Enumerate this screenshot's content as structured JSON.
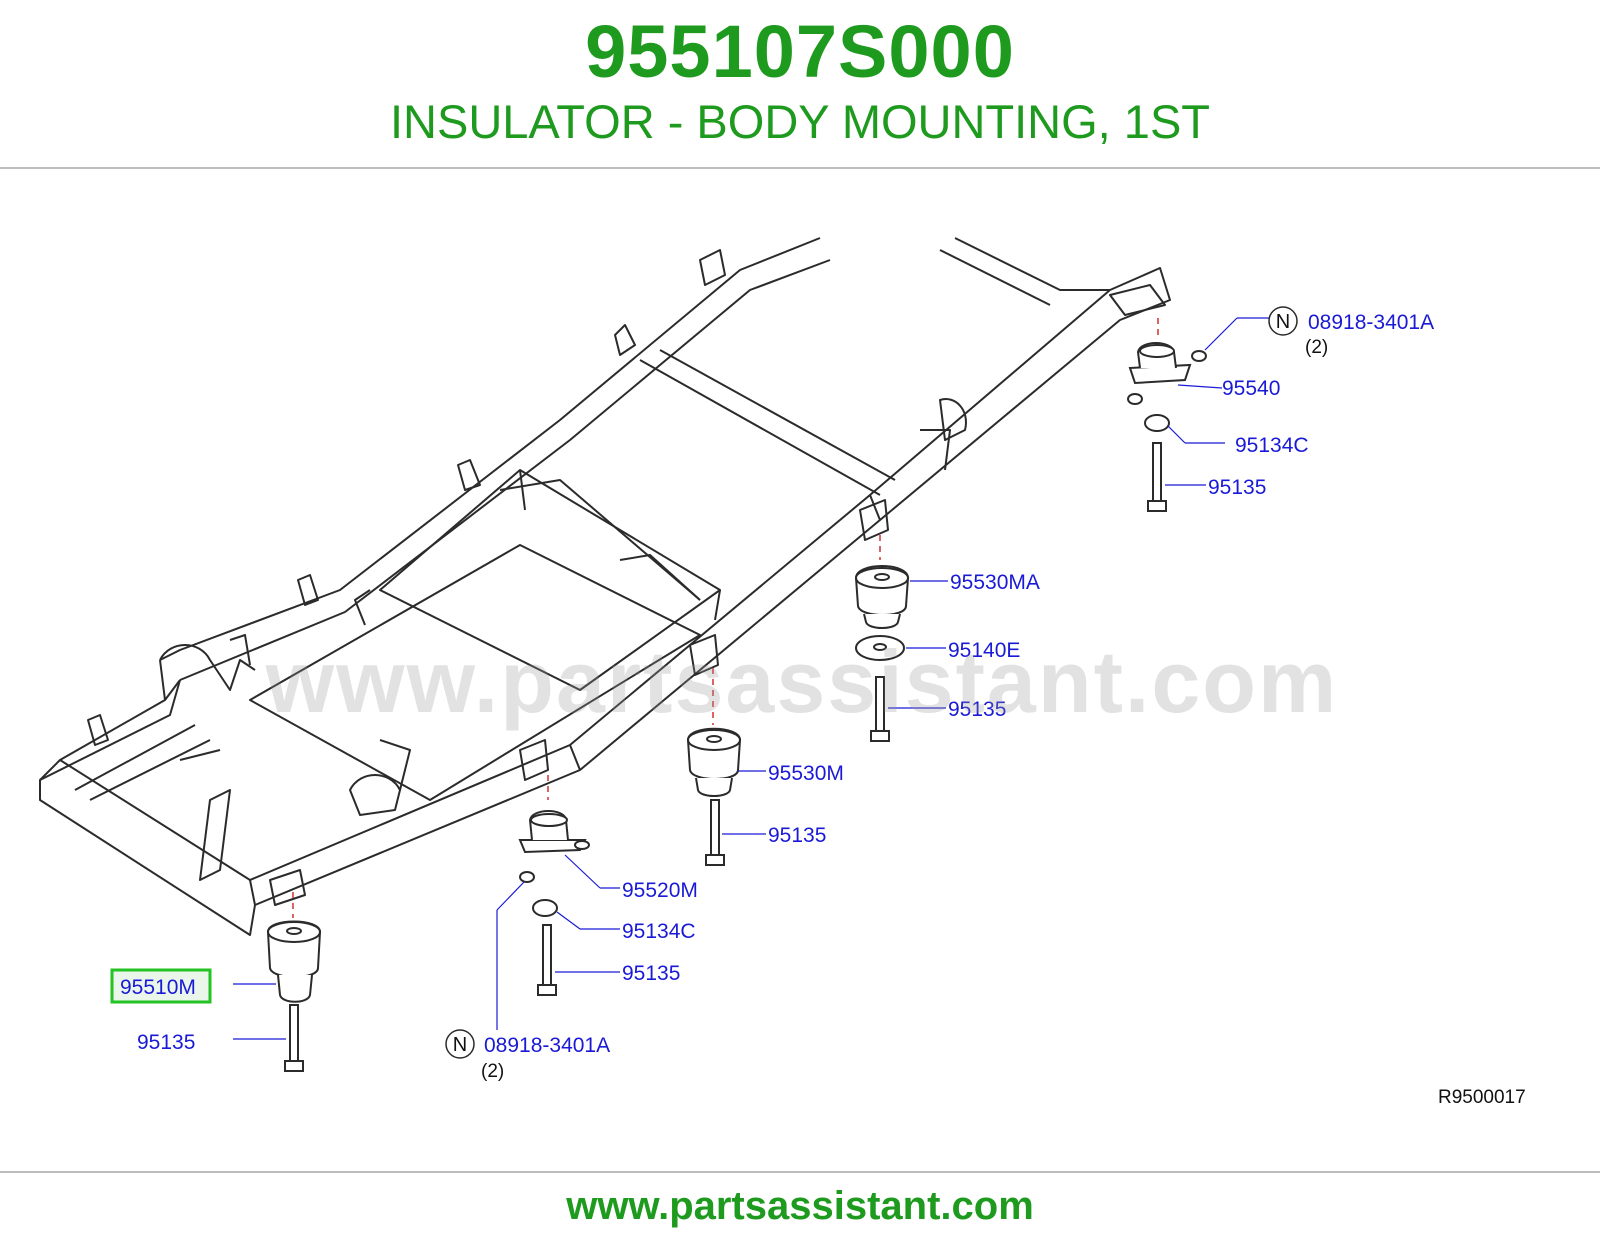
{
  "header": {
    "part_number": "955107S000",
    "description": "INSULATOR - BODY MOUNTING, 1ST"
  },
  "watermark": "www.partsassistant.com",
  "footer": {
    "url": "www.partsassistant.com"
  },
  "diagram": {
    "reference_code": "R9500017",
    "highlight_color": "#22c322",
    "labels": {
      "rear_nut": "08918-3401A",
      "rear_nut_qty": "(2)",
      "rear_mount": "95540",
      "rear_washer": "95134C",
      "rear_bolt": "95135",
      "mid_rear_insulator": "95530MA",
      "mid_rear_washer": "95140E",
      "mid_rear_bolt": "95135",
      "mid_insulator": "95530M",
      "mid_bolt": "95135",
      "mid_front_mount": "95520M",
      "mid_front_washer": "95134C",
      "mid_front_bolt": "95135",
      "front_nut": "08918-3401A",
      "front_nut_qty": "(2)",
      "front_insulator": "95510M",
      "front_bolt": "95135",
      "n_marker": "N"
    }
  }
}
